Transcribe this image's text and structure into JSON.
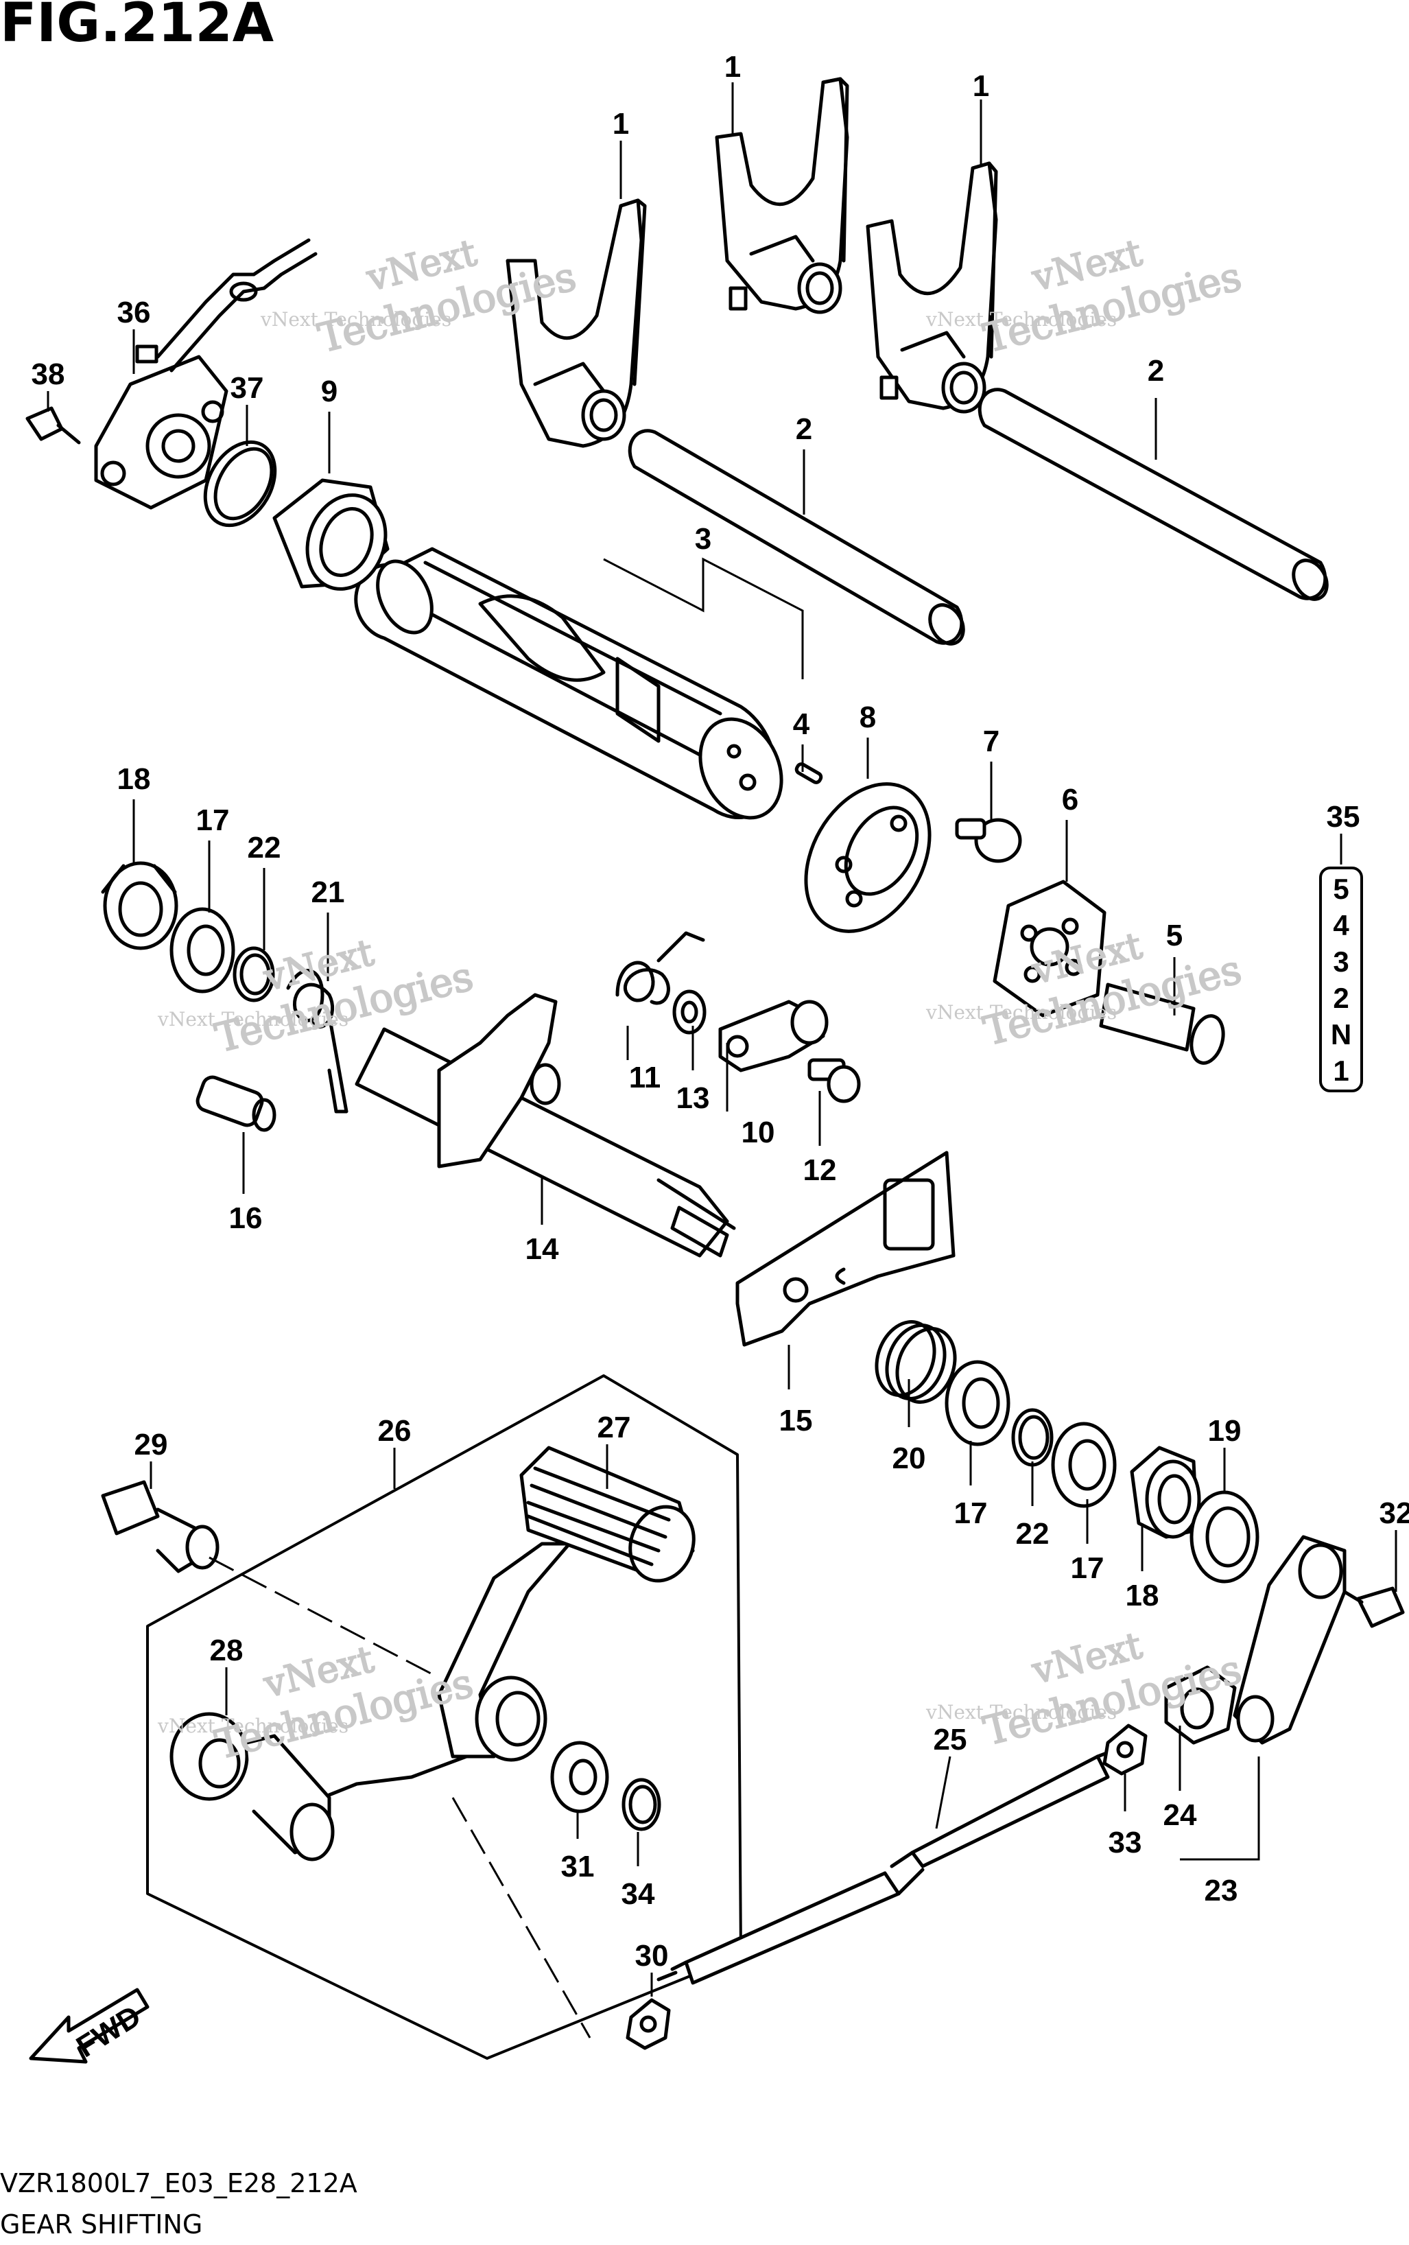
{
  "figure": {
    "title": "FIG.212A",
    "code": "VZR1800L7_E03_E28_212A",
    "subtitle": "GEAR SHIFTING"
  },
  "fwd_label": "FWD",
  "gear_indicator": [
    "5",
    "4",
    "3",
    "2",
    "N",
    "1"
  ],
  "watermarks": [
    {
      "line1": "vNext",
      "line2": "Technologies",
      "caption": "vNext Technologies"
    },
    {
      "line1": "vNext",
      "line2": "Technologies",
      "caption": "vNext Technologies"
    },
    {
      "line1": "vNext",
      "line2": "Technologies",
      "caption": "vNext Technologies"
    },
    {
      "line1": "vNext",
      "line2": "Technologies",
      "caption": "vNext Technologies"
    },
    {
      "line1": "vNext",
      "line2": "Technologies",
      "caption": "vNext Technologies"
    },
    {
      "line1": "vNext",
      "line2": "Technologies",
      "caption": "vNext Technologies"
    }
  ],
  "callouts": [
    {
      "id": "c1a",
      "text": "1"
    },
    {
      "id": "c1b",
      "text": "1"
    },
    {
      "id": "c1c",
      "text": "1"
    },
    {
      "id": "c2a",
      "text": "2"
    },
    {
      "id": "c2b",
      "text": "2"
    },
    {
      "id": "c3",
      "text": "3"
    },
    {
      "id": "c4",
      "text": "4"
    },
    {
      "id": "c5",
      "text": "5"
    },
    {
      "id": "c6",
      "text": "6"
    },
    {
      "id": "c7",
      "text": "7"
    },
    {
      "id": "c8",
      "text": "8"
    },
    {
      "id": "c9",
      "text": "9"
    },
    {
      "id": "c10",
      "text": "10"
    },
    {
      "id": "c11",
      "text": "11"
    },
    {
      "id": "c12",
      "text": "12"
    },
    {
      "id": "c13",
      "text": "13"
    },
    {
      "id": "c14",
      "text": "14"
    },
    {
      "id": "c15",
      "text": "15"
    },
    {
      "id": "c16",
      "text": "16"
    },
    {
      "id": "c17a",
      "text": "17"
    },
    {
      "id": "c17b",
      "text": "17"
    },
    {
      "id": "c17c",
      "text": "17"
    },
    {
      "id": "c18a",
      "text": "18"
    },
    {
      "id": "c18b",
      "text": "18"
    },
    {
      "id": "c19",
      "text": "19"
    },
    {
      "id": "c20",
      "text": "20"
    },
    {
      "id": "c21",
      "text": "21"
    },
    {
      "id": "c22a",
      "text": "22"
    },
    {
      "id": "c22b",
      "text": "22"
    },
    {
      "id": "c23",
      "text": "23"
    },
    {
      "id": "c24",
      "text": "24"
    },
    {
      "id": "c25",
      "text": "25"
    },
    {
      "id": "c26",
      "text": "26"
    },
    {
      "id": "c27",
      "text": "27"
    },
    {
      "id": "c28",
      "text": "28"
    },
    {
      "id": "c29",
      "text": "29"
    },
    {
      "id": "c30",
      "text": "30"
    },
    {
      "id": "c31",
      "text": "31"
    },
    {
      "id": "c32",
      "text": "32"
    },
    {
      "id": "c33",
      "text": "33"
    },
    {
      "id": "c34",
      "text": "34"
    },
    {
      "id": "c35",
      "text": "35"
    },
    {
      "id": "c36",
      "text": "36"
    },
    {
      "id": "c37",
      "text": "37"
    },
    {
      "id": "c38",
      "text": "38"
    }
  ]
}
